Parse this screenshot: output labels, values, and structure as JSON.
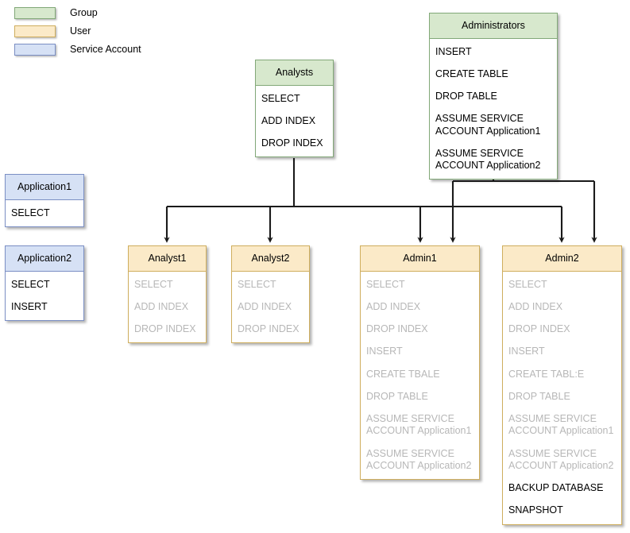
{
  "legend": {
    "items": [
      {
        "label": "Group",
        "color": "#d7e8cd",
        "border": "#82a878"
      },
      {
        "label": "User",
        "color": "#fbeac8",
        "border": "#cfae5e"
      },
      {
        "label": "Service Account",
        "color": "#d6e1f5",
        "border": "#7b8fc4"
      }
    ]
  },
  "nodes": {
    "analysts": {
      "title": "Analysts",
      "type": "Group",
      "permissions": [
        {
          "label": "SELECT",
          "inherited": false
        },
        {
          "label": "ADD INDEX",
          "inherited": false
        },
        {
          "label": "DROP INDEX",
          "inherited": false
        }
      ]
    },
    "administrators": {
      "title": "Administrators",
      "type": "Group",
      "permissions": [
        {
          "label": "INSERT",
          "inherited": false
        },
        {
          "label": "CREATE TABLE",
          "inherited": false
        },
        {
          "label": "DROP TABLE",
          "inherited": false
        },
        {
          "label": "ASSUME SERVICE\nACCOUNT Application1",
          "inherited": false
        },
        {
          "label": "ASSUME SERVICE\nACCOUNT Application2",
          "inherited": false
        }
      ]
    },
    "application1": {
      "title": "Application1",
      "type": "Service Account",
      "permissions": [
        {
          "label": "SELECT",
          "inherited": false
        }
      ]
    },
    "application2": {
      "title": "Application2",
      "type": "Service Account",
      "permissions": [
        {
          "label": "SELECT",
          "inherited": false
        },
        {
          "label": "INSERT",
          "inherited": false
        }
      ]
    },
    "analyst1": {
      "title": "Analyst1",
      "type": "User",
      "permissions": [
        {
          "label": "SELECT",
          "inherited": true
        },
        {
          "label": "ADD INDEX",
          "inherited": true
        },
        {
          "label": "DROP INDEX",
          "inherited": true
        }
      ]
    },
    "analyst2": {
      "title": "Analyst2",
      "type": "User",
      "permissions": [
        {
          "label": "SELECT",
          "inherited": true
        },
        {
          "label": "ADD INDEX",
          "inherited": true
        },
        {
          "label": "DROP INDEX",
          "inherited": true
        }
      ]
    },
    "admin1": {
      "title": "Admin1",
      "type": "User",
      "permissions": [
        {
          "label": "SELECT",
          "inherited": true
        },
        {
          "label": "ADD INDEX",
          "inherited": true
        },
        {
          "label": "DROP INDEX",
          "inherited": true
        },
        {
          "label": "INSERT",
          "inherited": true
        },
        {
          "label": "CREATE TBALE",
          "inherited": true
        },
        {
          "label": "DROP TABLE",
          "inherited": true
        },
        {
          "label": "ASSUME SERVICE\nACCOUNT Application1",
          "inherited": true
        },
        {
          "label": "ASSUME SERVICE\nACCOUNT Application2",
          "inherited": true
        }
      ]
    },
    "admin2": {
      "title": "Admin2",
      "type": "User",
      "permissions": [
        {
          "label": "SELECT",
          "inherited": true
        },
        {
          "label": "ADD INDEX",
          "inherited": true
        },
        {
          "label": "DROP INDEX",
          "inherited": true
        },
        {
          "label": "INSERT",
          "inherited": true
        },
        {
          "label": "CREATE TABL:E",
          "inherited": true
        },
        {
          "label": "DROP TABLE",
          "inherited": true
        },
        {
          "label": "ASSUME SERVICE\nACCOUNT Application1",
          "inherited": true
        },
        {
          "label": "ASSUME SERVICE\nACCOUNT Application2",
          "inherited": true
        },
        {
          "label": "BACKUP DATABASE",
          "inherited": false
        },
        {
          "label": "SNAPSHOT",
          "inherited": false
        }
      ]
    }
  },
  "edges": [
    {
      "from": "analysts",
      "to": "analyst1"
    },
    {
      "from": "analysts",
      "to": "analyst2"
    },
    {
      "from": "analysts",
      "to": "admin1"
    },
    {
      "from": "analysts",
      "to": "admin2"
    },
    {
      "from": "administrators",
      "to": "admin1"
    },
    {
      "from": "administrators",
      "to": "admin2"
    }
  ],
  "colors": {
    "edge": "#1a1a1a",
    "inherited_text": "#b7b7b7",
    "text": "#000000"
  }
}
